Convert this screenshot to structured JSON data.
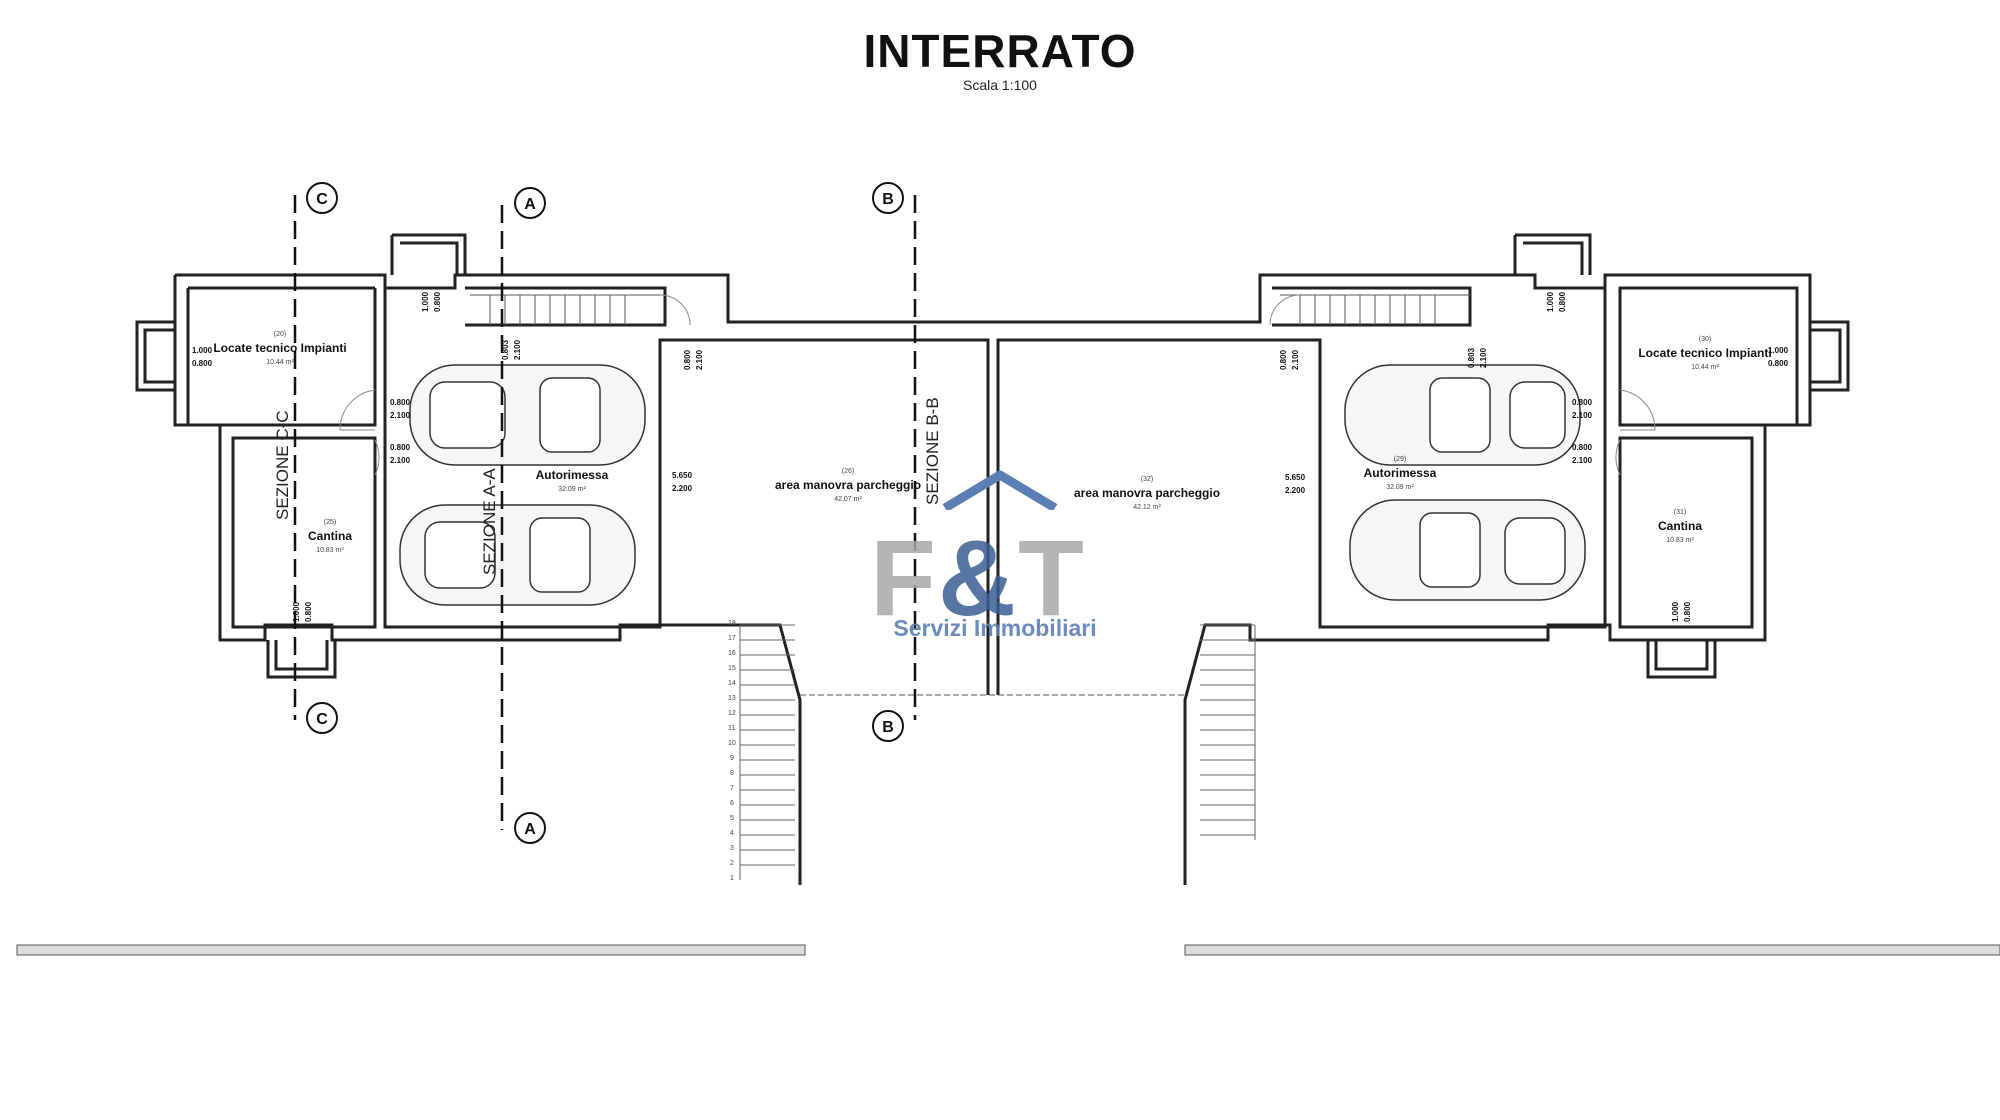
{
  "title": "INTERRATO",
  "scale": "Scala 1:100",
  "watermark": {
    "brand_f": "F",
    "brand_amp": "&",
    "brand_t": "T",
    "tagline": "Servizi Immobiliari"
  },
  "rooms": {
    "left_tecnico": {
      "name": "Locate tecnico Impianti",
      "num": "(20)",
      "area": "10.44 m²"
    },
    "left_cantina": {
      "name": "Cantina",
      "num": "(25)",
      "area": "10.83 m²"
    },
    "left_garage": {
      "name": "Autorimessa",
      "num": "",
      "area": "32.09 m²"
    },
    "left_manovra": {
      "name": "area manovra parcheggio",
      "num": "(26)",
      "area": "42.07 m²"
    },
    "right_manovra": {
      "name": "area manovra parcheggio",
      "num": "(32)",
      "area": "42.12 m²"
    },
    "right_garage": {
      "name": "Autorimessa",
      "num": "(29)",
      "area": "32.09 m²"
    },
    "right_tecnico": {
      "name": "Locate tecnico Impianti",
      "num": "(30)",
      "area": "10.44 m²"
    },
    "right_cantina": {
      "name": "Cantina",
      "num": "(31)",
      "area": "10.83 m²"
    }
  },
  "dims": {
    "d_1000": "1.000",
    "d_0800": "0.800",
    "d_2100": "2.100",
    "d_0803": "0.803",
    "d_5650": "5.650",
    "d_2200": "2.200"
  },
  "sections": {
    "a_label": "SEZIONE A-A",
    "b_label": "SEZIONE B-B",
    "c_label": "SEZIONE C-C",
    "a": "A",
    "b": "B",
    "c": "C"
  },
  "stair_numbers": [
    "1",
    "2",
    "3",
    "4",
    "5",
    "6",
    "7",
    "8",
    "9",
    "10",
    "11",
    "12",
    "13",
    "14",
    "15",
    "16",
    "17",
    "18"
  ]
}
